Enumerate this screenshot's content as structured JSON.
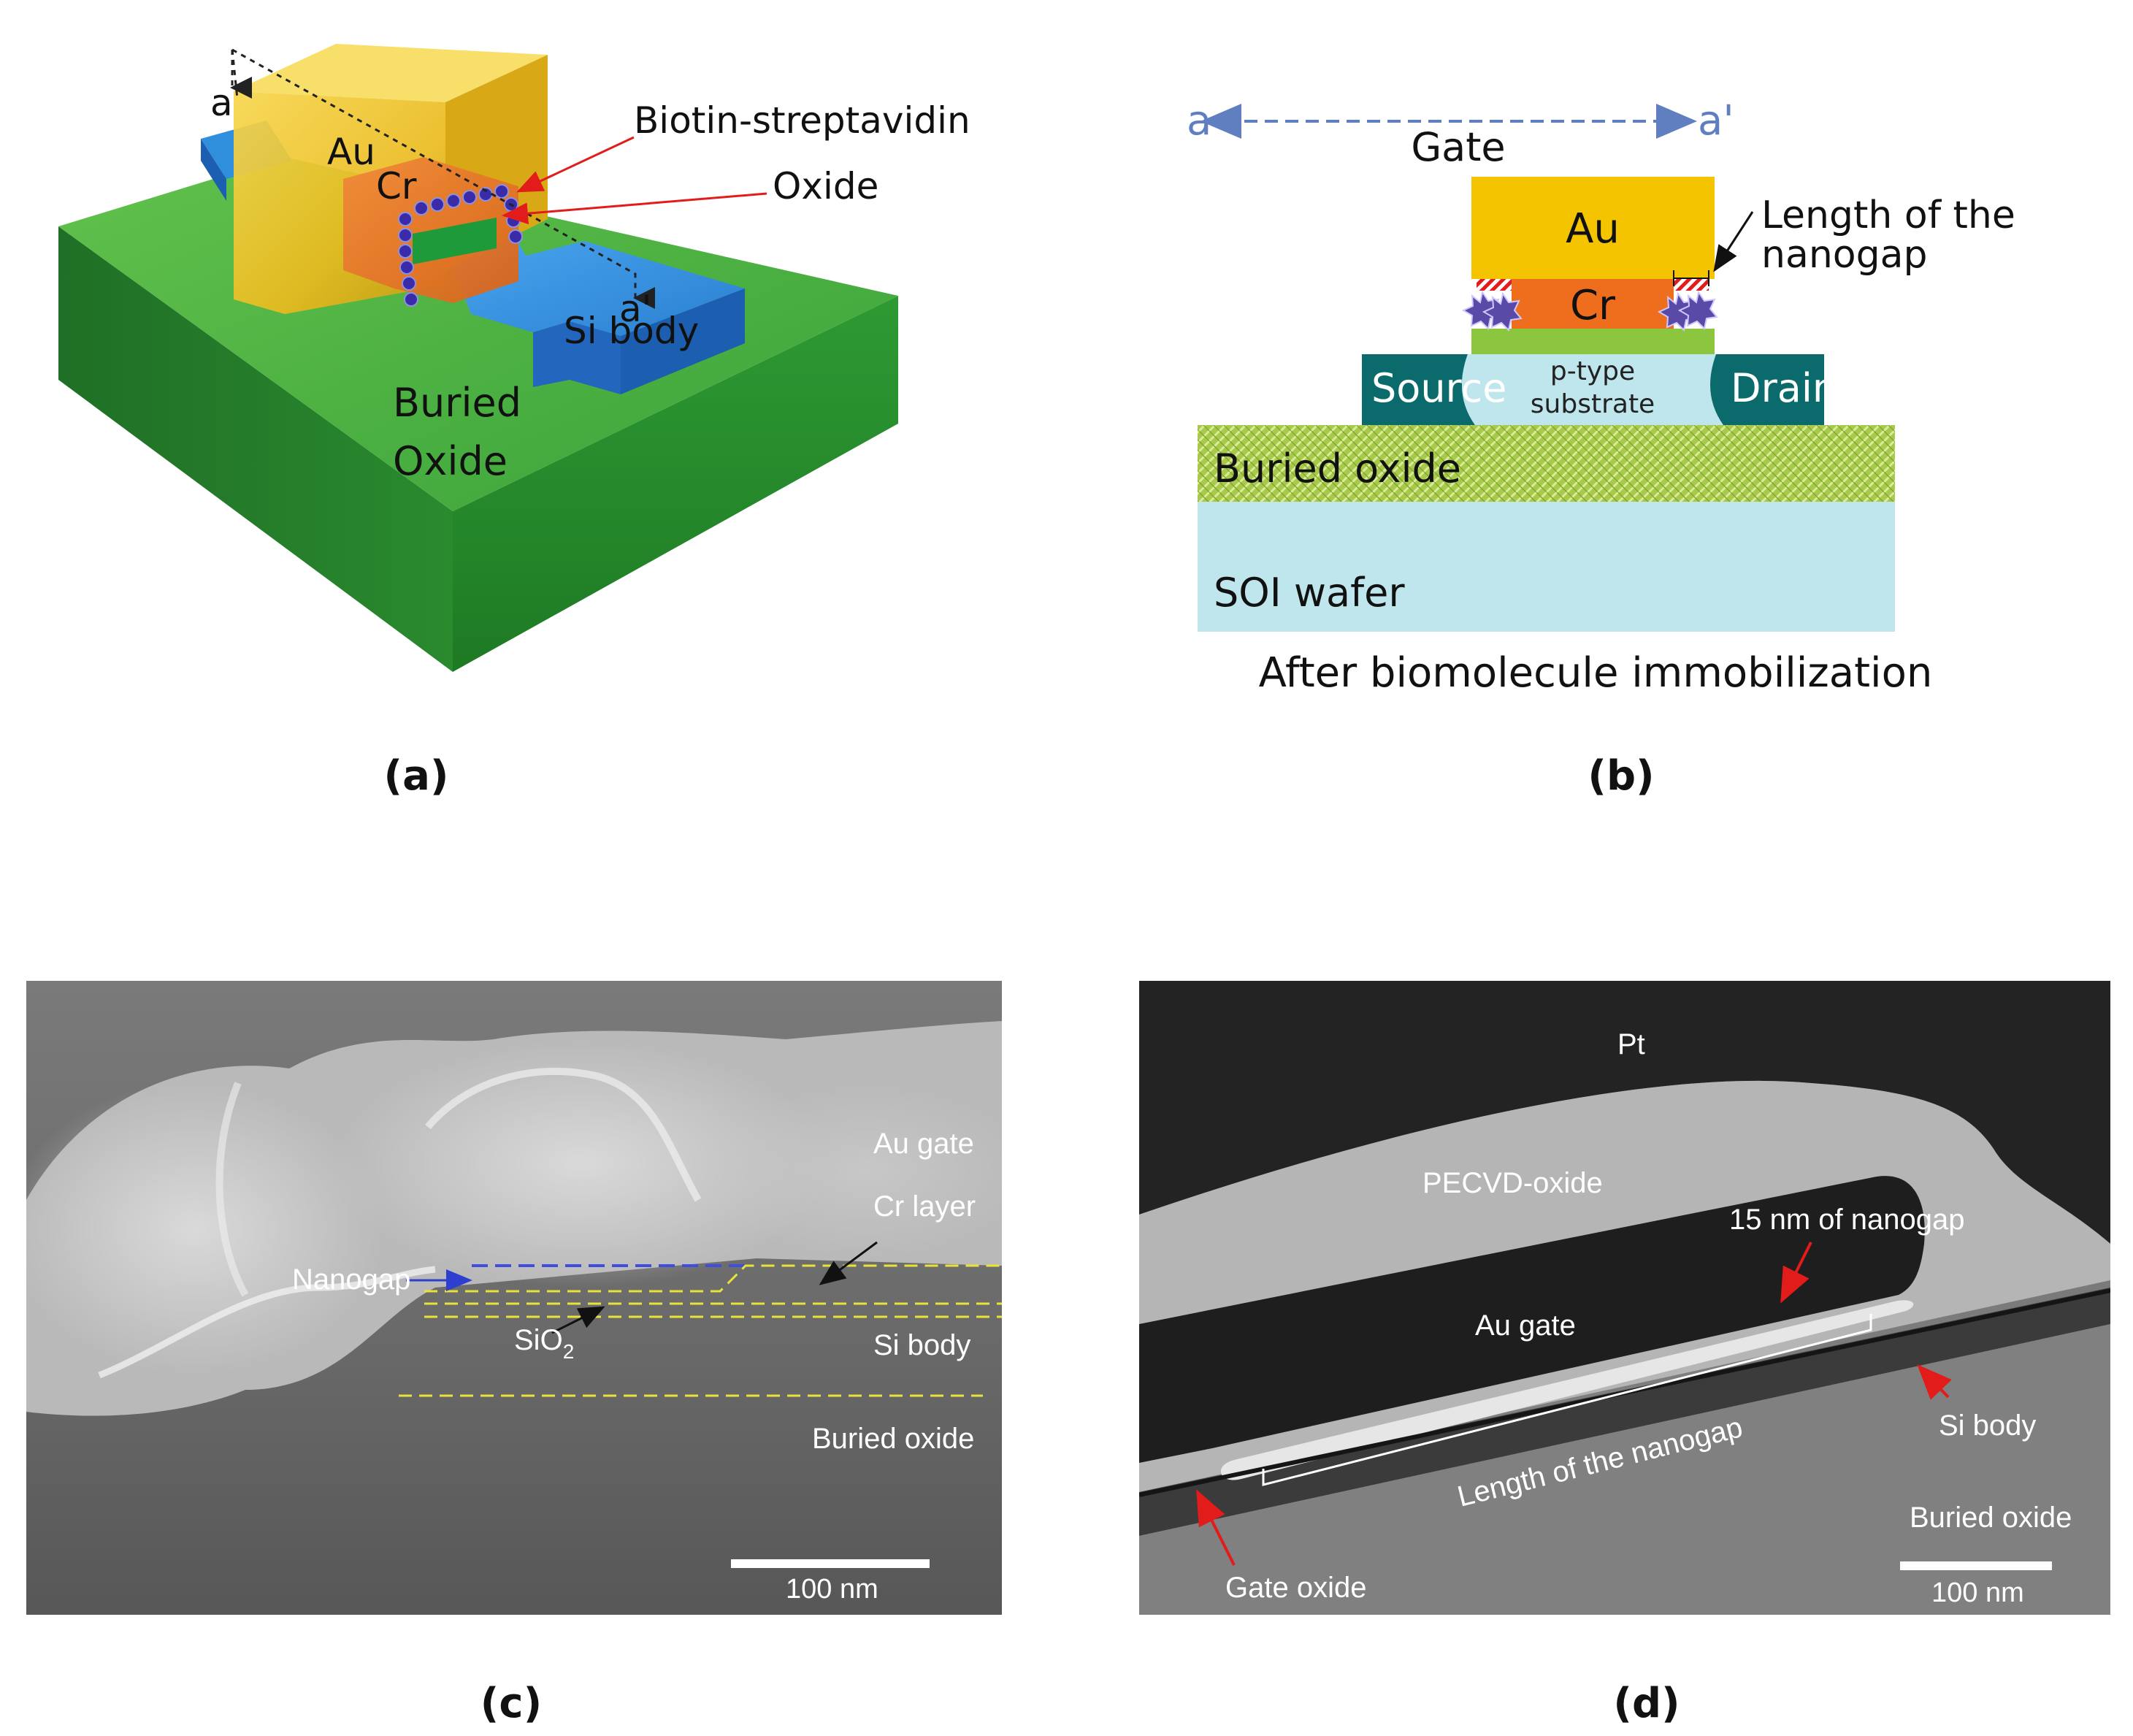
{
  "panel_a": {
    "caption": "(a)",
    "labels": {
      "a": "a",
      "a_prime": "a'",
      "au": "Au",
      "cr": "Cr",
      "biotin": "Biotin-streptavidin",
      "oxide": "Oxide",
      "si_body": "Si body",
      "buried_1": "Buried",
      "buried_2": "Oxide"
    }
  },
  "panel_b": {
    "caption": "(b)",
    "labels": {
      "a": "a",
      "a_prime": "a'",
      "gate": "Gate",
      "au": "Au",
      "cr": "Cr",
      "length_1": "Length of the",
      "length_2": "nanogap",
      "source": "Source",
      "drain": "Drain",
      "ptype_1": "p-type",
      "ptype_2": "substrate",
      "buried": "Buried oxide",
      "soi": "SOI wafer",
      "after": "After biomolecule immobilization"
    }
  },
  "panel_c": {
    "caption": "(c)",
    "labels": {
      "au_gate": "Au gate",
      "cr_layer": "Cr layer",
      "nanogap": "Nanogap",
      "sio2": "SiO",
      "sio2_sub": "2",
      "si_body": "Si body",
      "buried": "Buried oxide",
      "scale": "100 nm"
    }
  },
  "panel_d": {
    "caption": "(d)",
    "labels": {
      "pt": "Pt",
      "pecvd": "PECVD-oxide",
      "nm15": "15 nm of nanogap",
      "au_gate": "Au gate",
      "length": "Length of the nanogap",
      "si_body": "Si body",
      "buried": "Buried oxide",
      "gate_oxide": "Gate oxide",
      "scale": "100 nm"
    }
  },
  "colors": {
    "gold": "#f5c400",
    "chromium": "#ee6e1d",
    "silicon_blue": "#2f8fdd",
    "buried_green": "#3dae3a",
    "teal": "#0b6a6b",
    "pale_blue": "#bfe6ec",
    "lime": "#8cc63f",
    "label_blue": "#5f7fc0",
    "arrow_red": "#e21b1b",
    "dash_yellow": "#e8e23a"
  }
}
